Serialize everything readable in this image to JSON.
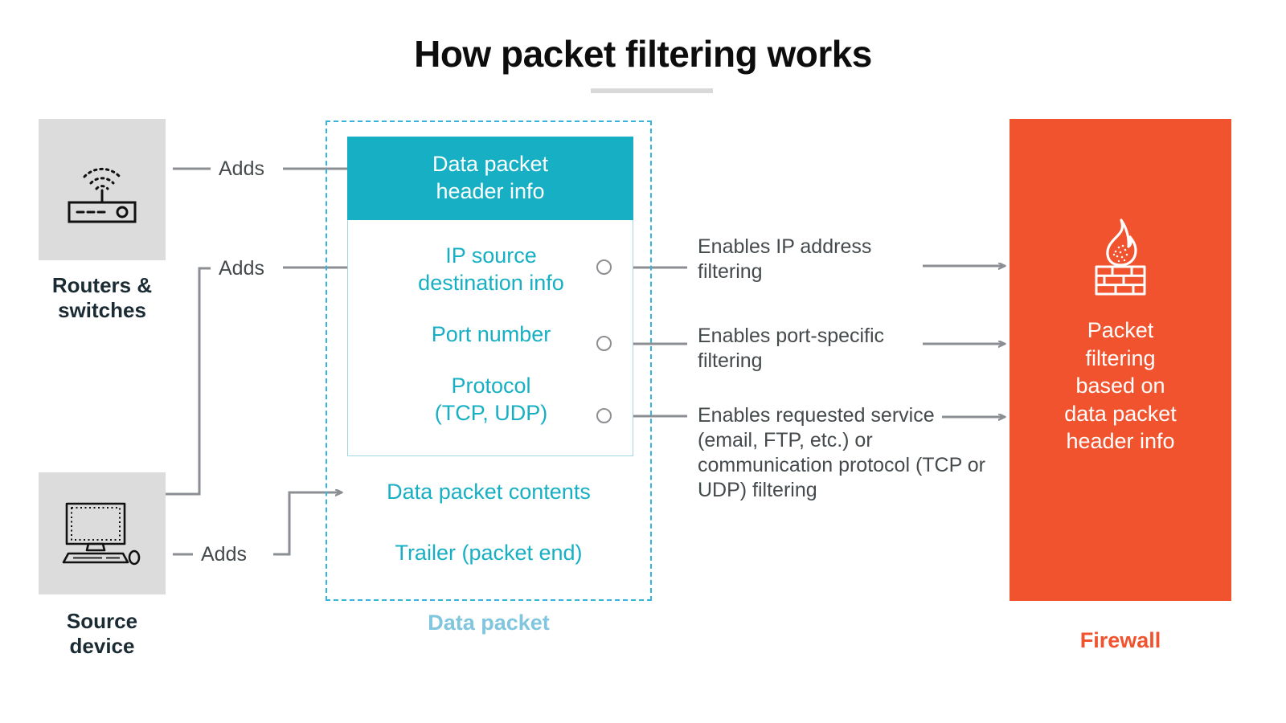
{
  "title": "How packet filtering works",
  "colors": {
    "teal": "#17AFC4",
    "light_teal": "#7FC6DE",
    "dotted_border": "#35B4E0",
    "orange": "#F0532D",
    "navy": "#1B2B34",
    "gray_tile": "#DCDCDC",
    "gray_line": "#8B8F93",
    "body_text": "#454A4D"
  },
  "sources": {
    "router": {
      "label": "Routers &\nswitches",
      "label_line1": "Routers &",
      "label_line2": "switches",
      "icon": "router-wifi-icon"
    },
    "source_device": {
      "label_line1": "Source",
      "label_line2": "device",
      "icon": "desktop-computer-icon"
    }
  },
  "connectors": {
    "adds_1": "Adds",
    "adds_2": "Adds",
    "adds_3": "Adds"
  },
  "packet": {
    "caption": "Data packet",
    "header": {
      "line1": "Data packet",
      "line2": "header info"
    },
    "fields": [
      {
        "id": "ip",
        "line1": "IP source",
        "line2": "destination info"
      },
      {
        "id": "port",
        "line1": "Port number",
        "line2": ""
      },
      {
        "id": "protocol",
        "line1": "Protocol",
        "line2": "(TCP, UDP)"
      }
    ],
    "contents": "Data packet contents",
    "trailer": "Trailer (packet end)"
  },
  "explanations": [
    {
      "id": "ip",
      "text": "Enables IP address filtering"
    },
    {
      "id": "port",
      "text": "Enables port-specific filtering"
    },
    {
      "id": "protocol",
      "text": "Enables requested service (email, FTP, etc.) or communication protocol (TCP or UDP) filtering"
    }
  ],
  "firewall": {
    "caption": "Firewall",
    "icon": "firewall-flame-brick-icon",
    "text_line1": "Packet",
    "text_line2": "filtering",
    "text_line3": "based on",
    "text_line4": "data packet",
    "text_line5": "header info"
  }
}
